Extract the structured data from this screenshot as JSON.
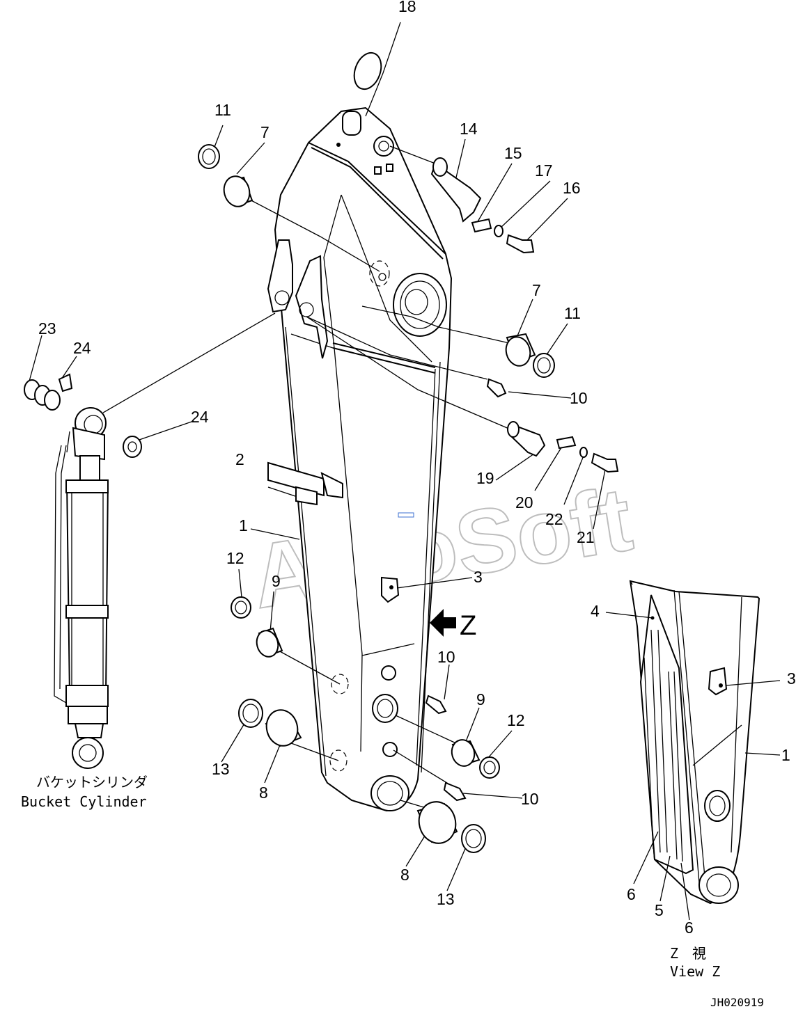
{
  "watermark": "AutoSoft",
  "drawing_code": "JH020919",
  "view_label": {
    "jp": "Z　視",
    "en": "View Z"
  },
  "arrow_label": "Z",
  "cylinder_label": {
    "jp": "バケットシリンダ",
    "en": "Bucket Cylinder"
  },
  "callouts": [
    {
      "id": "c18a",
      "text": "18"
    },
    {
      "id": "c11a",
      "text": "11"
    },
    {
      "id": "c7a",
      "text": "7"
    },
    {
      "id": "c14",
      "text": "14"
    },
    {
      "id": "c15",
      "text": "15"
    },
    {
      "id": "c17",
      "text": "17"
    },
    {
      "id": "c16",
      "text": "16"
    },
    {
      "id": "c7b",
      "text": "7"
    },
    {
      "id": "c11b",
      "text": "11"
    },
    {
      "id": "c10a",
      "text": "10"
    },
    {
      "id": "c23",
      "text": "23"
    },
    {
      "id": "c24a",
      "text": "24"
    },
    {
      "id": "c24b",
      "text": "24"
    },
    {
      "id": "c2",
      "text": "2"
    },
    {
      "id": "c19",
      "text": "19"
    },
    {
      "id": "c20",
      "text": "20"
    },
    {
      "id": "c22",
      "text": "22"
    },
    {
      "id": "c21",
      "text": "21"
    },
    {
      "id": "c1a",
      "text": "1"
    },
    {
      "id": "c12a",
      "text": "12"
    },
    {
      "id": "c9a",
      "text": "9"
    },
    {
      "id": "c3a",
      "text": "3"
    },
    {
      "id": "c10b",
      "text": "10"
    },
    {
      "id": "c9b",
      "text": "9"
    },
    {
      "id": "c12b",
      "text": "12"
    },
    {
      "id": "c13a",
      "text": "13"
    },
    {
      "id": "c8a",
      "text": "8"
    },
    {
      "id": "c10c",
      "text": "10"
    },
    {
      "id": "c8b",
      "text": "8"
    },
    {
      "id": "c13b",
      "text": "13"
    },
    {
      "id": "c4",
      "text": "4"
    },
    {
      "id": "c3b",
      "text": "3"
    },
    {
      "id": "c1b",
      "text": "1"
    },
    {
      "id": "c6a",
      "text": "6"
    },
    {
      "id": "c5",
      "text": "5"
    },
    {
      "id": "c6b",
      "text": "6"
    }
  ]
}
